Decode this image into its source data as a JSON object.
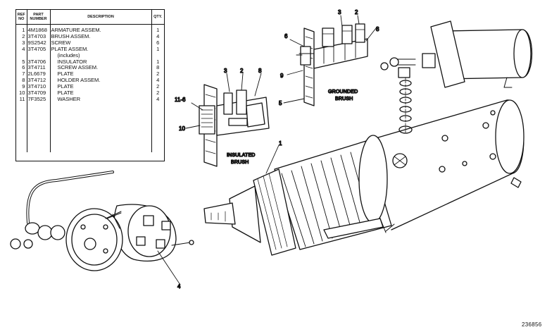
{
  "table": {
    "headers": {
      "ref": "REF NO",
      "part": "PART NUMBER",
      "desc": "DESCRIPTION",
      "qty": "QTY."
    },
    "rows": [
      {
        "ref": "1",
        "part": "4M1868",
        "desc": "ARMATURE ASSEM.",
        "qty": "1"
      },
      {
        "ref": "2",
        "part": "3T4703",
        "desc": "BRUSH ASSEM.",
        "qty": "4"
      },
      {
        "ref": "3",
        "part": "9S2542",
        "desc": "SCREW",
        "qty": "6"
      },
      {
        "ref": "4",
        "part": "3T4705",
        "desc": "PLATE ASSEM.",
        "qty": "1"
      },
      {
        "ref": "",
        "part": "",
        "desc": "(includes)",
        "qty": ""
      },
      {
        "ref": "5",
        "part": "3T4706",
        "desc": "INSULATOR",
        "qty": "1"
      },
      {
        "ref": "6",
        "part": "3T4711",
        "desc": "SCREW ASSEM.",
        "qty": "8"
      },
      {
        "ref": "7",
        "part": "2L6679",
        "desc": "PLATE",
        "qty": "2"
      },
      {
        "ref": "8",
        "part": "3T4712",
        "desc": "HOLDER ASSEM.",
        "qty": "4"
      },
      {
        "ref": "9",
        "part": "3T4710",
        "desc": "PLATE",
        "qty": "2"
      },
      {
        "ref": "10",
        "part": "3T4709",
        "desc": "PLATE",
        "qty": "2"
      },
      {
        "ref": "11",
        "part": "7F3525",
        "desc": "WASHER",
        "qty": "4"
      }
    ]
  },
  "labels": {
    "grounded_brush_1": "GROUNDED",
    "grounded_brush_2": "BRUSH",
    "insulated_brush_1": "INSULATED",
    "insulated_brush_2": "BRUSH"
  },
  "callouts": {
    "c1": "1",
    "c2a": "2",
    "c2b": "2",
    "c3a": "3",
    "c3b": "3",
    "c4": "4",
    "c5": "5",
    "c6": "6",
    "c8a": "8",
    "c8b": "8",
    "c9": "9",
    "c10": "10",
    "c116": "11-6"
  },
  "figure_number": "236856"
}
